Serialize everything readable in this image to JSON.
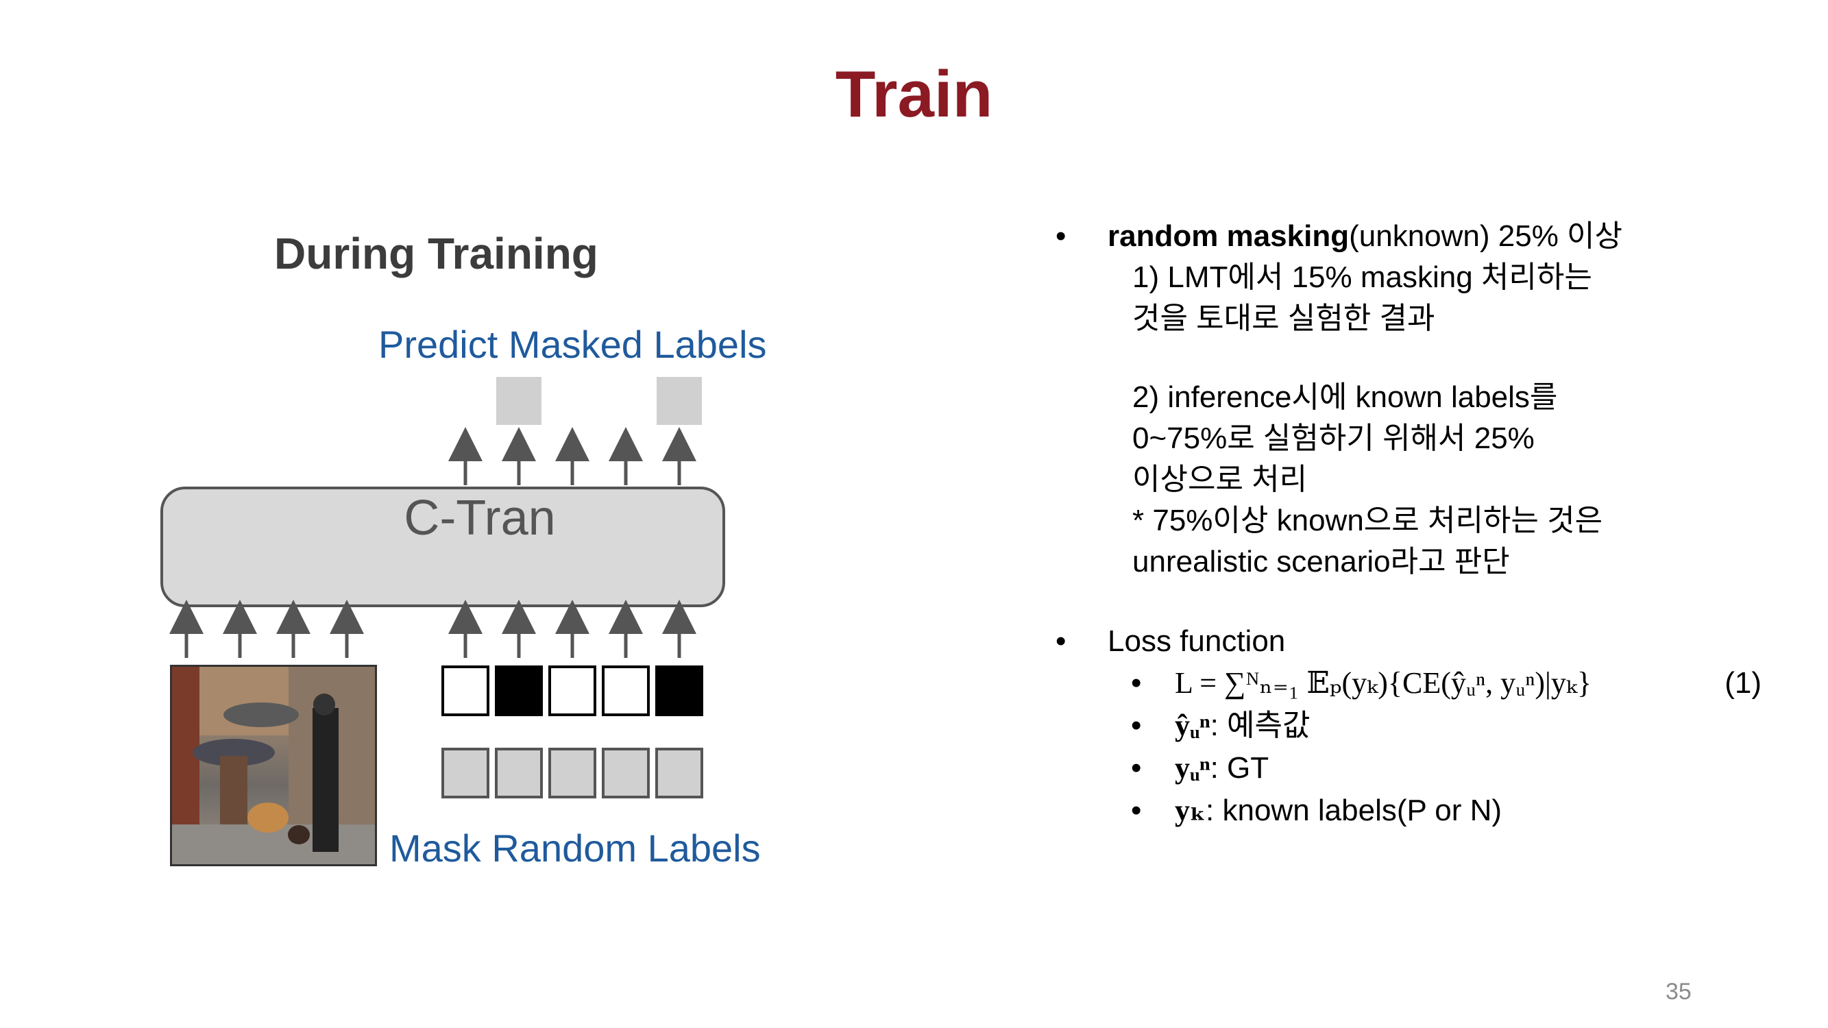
{
  "slide": {
    "title": "Train",
    "page_number": "35"
  },
  "figure": {
    "heading": "During Training",
    "predict_label": "Predict Masked Labels",
    "model_label": "C-Tran",
    "mask_label": "Mask Random Labels",
    "label_states": [
      "unknown",
      "known",
      "unknown",
      "unknown",
      "known"
    ],
    "colors": {
      "label_known": "#000000",
      "label_unknown": "#ffffff",
      "masked_output": "#d0d0d0",
      "accent_text": "#1f5a9c"
    }
  },
  "content": {
    "masking": {
      "bold": "random masking",
      "rest": "(unknown) 25% 이상",
      "line1": "1) LMT에서 15% masking 처리하는",
      "line2": "것을 토대로 실험한 결과",
      "line3": "2) inference시에 known labels를",
      "line4": "0~75%로 실험하기 위해서 25%",
      "line5": "이상으로 처리",
      "line6": "* 75%이상 known으로 처리하는 것은",
      "line7": "unrealistic scenario라고 판단"
    },
    "loss": {
      "heading": "Loss function",
      "equation": "L = ∑ᴺₙ₌₁ 𝔼ₚ(yₖ){CE(ŷᵤⁿ, yᵤⁿ)|yₖ}",
      "equation_number": "(1)",
      "items": [
        {
          "symbol": "ŷᵤⁿ",
          "desc": ": 예측값"
        },
        {
          "symbol": "yᵤⁿ",
          "desc": ": GT"
        },
        {
          "symbol": "yₖ",
          "desc": ": known labels(P or N)"
        }
      ]
    },
    "bullet_char": "•"
  }
}
